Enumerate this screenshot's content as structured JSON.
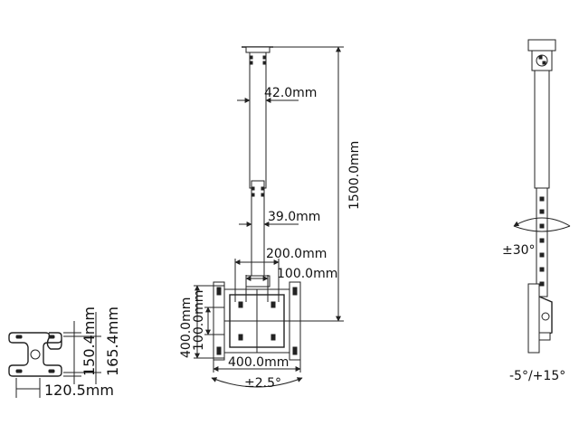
{
  "labels": {
    "pole_dia_top": "42.0mm",
    "pole_dia_bottom": "39.0mm",
    "total_length": "1500.0mm",
    "vesa_w_max": "200.0mm",
    "vesa_w_min": "100.0mm",
    "vesa_h_max": "400.0mm",
    "vesa_h_min": "100.0mm",
    "plate_width": "400.0mm",
    "swivel_plate": "±2.5°",
    "ceiling_h1": "150.4mm",
    "ceiling_h2": "165.4mm",
    "ceiling_w": "120.5mm",
    "rotation": "±30°",
    "tilt": "-5°/+15°"
  }
}
